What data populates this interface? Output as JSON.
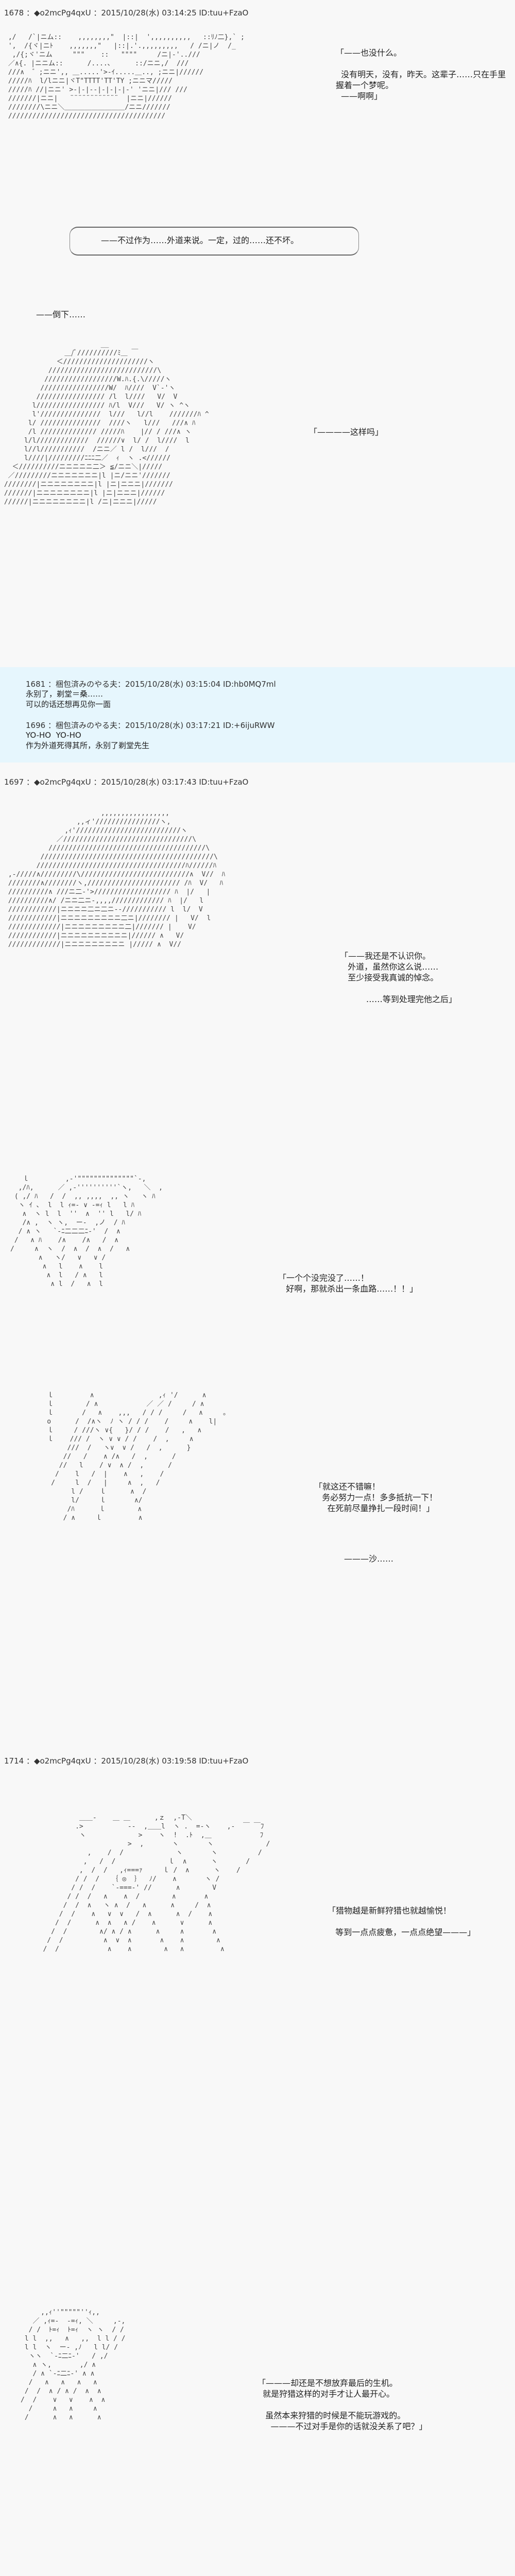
{
  "posts": [
    {
      "header": "1678 ：◆o2mcPg4qxU ：2015/10/28(水) 03:14:25 ID:tuu+FzaO",
      "art1": " ,/   /`|ニム::    ,,,,,,,,\"  |::|  ',,,,,,,,,,   ::ﾘﾉ二},` ;\n ',  /{ヾ|ニﾄ    ,,,,,,,\"   |::|.'.,,,,,,,,,   / /ニ|ノ  /_\n  ,/{;ヾ'ニム     \"\"\"    ::   \"\"\"\"     /ニ|-'../// \n ／∧{. |ニニム::      /....､      ::/ニニ,/  ///\n ///∧  ゛;ニニ',, ＿.....'>-ｲ.....＿.., ;ニニ|//////\n /////ﾊ  l/lニニ|ヾT\"TTTT'TT'TY ;ニニマ/////\n /////ﾊ //|ニニ' >-|-|--|-|-|-|-' 'ニニ|/// ///\n ///////|ニニ|   ¨¨¨¨¨¨¨¨¨¨¨¨  |ニニ|//////\n ////////\\ニニ＼＿＿＿＿＿＿＿＿＿/ニニ///////\n ///////////////////////////////////////",
      "dialog1": "「——也没什么。\n\n  没有明天，没有，昨天。这辈子……只在手里握着一个梦呢。\n  ——啊啊」",
      "box_dialog": "——不过作为……外道来说。一定，过的……还不坏。",
      "narration": "——倒下……",
      "art2": "                         __\n                ＿/ﾞ//////////ﾐ＿ ￣\n              ＜/////////////////////ヽ\n            ///////////////////////////\\\n           //////////////////W.ﾊ.{.\\/////ヽ\n          /////////////////W/  ﾊ////  V`-'ヽ\n         ///////////////// /l  l////   V/  V\n        l///////////////// ﾊ/l  V///   V/ ヽ ^ヽ\n        l'///////////////  l///   l//l    ///////ﾊ ^\n       l/ ///////////////  ////ヽ   l///   ///∧ ﾊ\n       /l ////////////// /////ﾊ    |// / ///∧ ヽ\n      l/l/////////////  //////∨  l/ /  l////  l\n      l//l///////////  /ニニ／ l /  l///  /\n      l////|/////////ﾆﾆﾆ二／  ｨ  ヽ .<//////\n   ＜//////////ニニニニニ二＞ ≦/ニニ＼|/////\n  ／/////////ニニニニニニニ|l |ニ/ニニ'///////\n ////////|ニニニニニニニニ|l |ニ|ニニニ|///////\n ///////|ニニニニニニニニ|l |ニ|ニニニ|//////\n //////|ニニニニニニニニ|l /ニ|ニニニ|/////",
      "dialog2": "「————这样吗」"
    },
    {
      "header": "1697 ：◆o2mcPg4qxU ：2015/10/28(水) 03:17:43 ID:tuu+FzaO",
      "art1": "                        ,,,,,,,,,,,,,,,,,\n                  ,,ィ'////////////////ヽ,\n               ,ｨ'//////////////////////////ヽ\n             ／////////////////////////////////\\\n           ///////////////////////////////////////\\\n         ///////////////////////////////////////////\\\n        /////////////////////////////////////ﾊ//////ﾊ\n ,-/////∧/////////\\///////////////////////////∧  V//  ﾊ\n ////////∧////////ヽ,/////////////////////// /ﾊ  V/   ﾊ\n //////////∧ ///ニ二‐'>/////////////////// ﾊ  |/   |\n //////////∧/ /ニニ二ニ‐,,,,///////////// ﾊ  |/   l\n ////////////|ニニニニ二ニ二ニ‐-/////////// l  l/  V\n ////////////|ニニニニニニニニニ二ニ|//////// |   V/  l\n /////////////|ニニニニニニニニニ二|/////// |    V/\n ////////////|ニニニニニニニニニニ|////// ∧   V/\n /////////////|ニニニニニニニニニ |///// ∧  V//",
      "dialog1": "「——我还是不认识你。\n   外道，虽然你这么说……\n   至少接受我真诚的悼念。\n\n          ……等到处理完他之后」",
      "art2": "   ｌ         ,-'\"\"\"\"\"\"\"\"\"\"\"\"\"\"`-,\n  ,/ﾊ,      ／ ,-''''''''''`ヽ,   ＼  ,\n ( ,/ ﾊ   /  /  ,, ,,,,  ,, ヽ   ヽ ﾊ\n  ヽ ｲ ､  l  l ｨ=- ∨ -=ｨ l   l ﾊ\n   ∧  ヽ l  l  ''  ∧  '' l   l/ ﾊ\n   /∧ ,  ヽ ヽ,  ー‐  ,ノ  / ﾊ\n  / ∧ ヽ   `-ﾆ二二二ﾆ-'  /  ∧\n /   ∧ ﾊ    /∧    /∧   /  ∧\n/     ∧  ヽ  /  ∧  /  ∧  /   ∧\n       ∧   ヽ/   ∨   ∨ /\n        ∧   l    ∧    l\n         ∧  l   / ∧   l\n          ∧ l  /   ∧  l",
      "dialog2": "「一个个没完没了……！\n   好啊，那就杀出一条血路……！！」",
      "art3": "    ｌ         ∧                ,ｨ '/      ∧\n    ｌ        / ∧            ／ ／ /     / ∧\n    ｌ       /   ∧    ,,,   / / /     /   ∧     。\n    o      /  /∧ヽ  ﾉ ヽ / / /    /     ∧    l|\n    ｌ     / ///ヽ ∨{   }/ / /    /   ,   ∧\n    ｌ    /// /  ヽ ∨ ∨ / /    /  ,     ∧\n         ///  /   ヽ∨  ∨ /   /  ,      }\n        //   /    ∧ /∧   /  ,      /\n       //   l    / ∨  ∧ /  ,      /\n      /    l   /  |    ∧   ,    /\n     /     l  /   |     ∧  ,   /\n          l /    ｌ      ∧  /\n          l/     ｌ       ∧/\n         /ﾊ      ｌ        ∧\n        / ∧     ｌ         ∧",
      "dialog3": "「就这还不错嘛！\n   务必努力一点！多多抵抗一下！\n     在死前尽量挣扎一段时间！」",
      "narration": "———沙……"
    },
    {
      "header": "1714 ：◆o2mcPg4qxU ：2015/10/28(水) 03:19:58 ID:tuu+FzaO",
      "art1": "            ＿＿-    ＿ ＿      ,ｚ  ,-T＼\n           .>           --  ,＿＿l  ヽ .  =-ヽ    ,-  ￣ ￣ﾌ\n            ヽ             >    ヽ  !  .ﾄ  ,＿            ﾌ\n                        >  ,       ヽ       ヽ             /\n              ,    /  /             ヽ       ヽ          /\n             ,   /  /             ｌ  ∧      ヽ       /\n            ,  /  /   ,ｨ===ｧ     ｌ /  ∧      ヽ    /\n           / /  /   ｛ ◎  ｝  ﾉ/    ∧       ヽ /\n          / /  /    `-===-' //      ∧        V\n         / /  /   ∧    ∧  /        ∧       ∧\n        /  /  ∧   ヽ ∧  /   ∧      ∧     /  ∧\n       /  /    ∧   ∨  ∨   /  ∧      ∧  /    ∧\n      /  /      ∧  ∧   ∧ /    ∧      ∨      ∧\n     /  /        ∧/ ∧ / ∧      ∧     ∧       ∧\n    /  /          ∧  ∨  ∧       ∧    ∧        ∧\n   /  /            ∧    ∧        ∧   ∧         ∧",
      "dialog1": "「猎物越是新鲜狩猎也就越愉悦！\n\n   等到一点点疲惫，一点点绝望———」",
      "art2": "     ,,ｨ''\"\"\"\"\"''ｨ,,\n   ／ ,ｨ=-  -=ｨ, ＼     ,-,\n  / /  ﾄ=ｨ  ﾄ=ｨ  ヽ ヽ  / /\n l l  ,,   ∧   ,,  l l / /\n l l  ヽ  ー‐ ,ﾉ   l l/ /\n  ヽヽ  `-ﾆ二ﾆ-'   / ,/\n   ∧ ヽ,       ,/ ∧\n   / ∧ `-ﾆ二ﾆ-' ∧ ∧\n  /   ∧   ∧   ∧   ∧\n /  /  ∧ / ∧ /  ∧  ∧\n/  /    ∨   ∨    ∧  ∧\n  /     ∧   ∧     ∧\n /      ∧   ∧      ∧",
      "dialog2": "「———却还是不想放弃最后的生机。\n  就是狩猎这样的对手才让人最开心。\n\n   虽然本来狩猎的时候是不能玩游戏的。\n     ———不过对手是你的话就没关系了吧？」"
    }
  ],
  "replies": [
    {
      "header": "1681 ：梱包済みのやる夫：2015/10/28(水) 03:15:04 ID:hb0MQ7ml",
      "lines": "永别了，剃堂＝桑……\n可以的话还想再见你一面"
    },
    {
      "header": "1696 ：梱包済みのやる夫：2015/10/28(水) 03:17:21 ID:+6ijuRWW",
      "lines": "YO-HO  YO-HO\n作为外道死得其所，永别了剃堂先生"
    }
  ],
  "colors": {
    "page_bg": "#f8f8f8",
    "reply_bg": "#e6f6fd",
    "text": "#222222"
  }
}
